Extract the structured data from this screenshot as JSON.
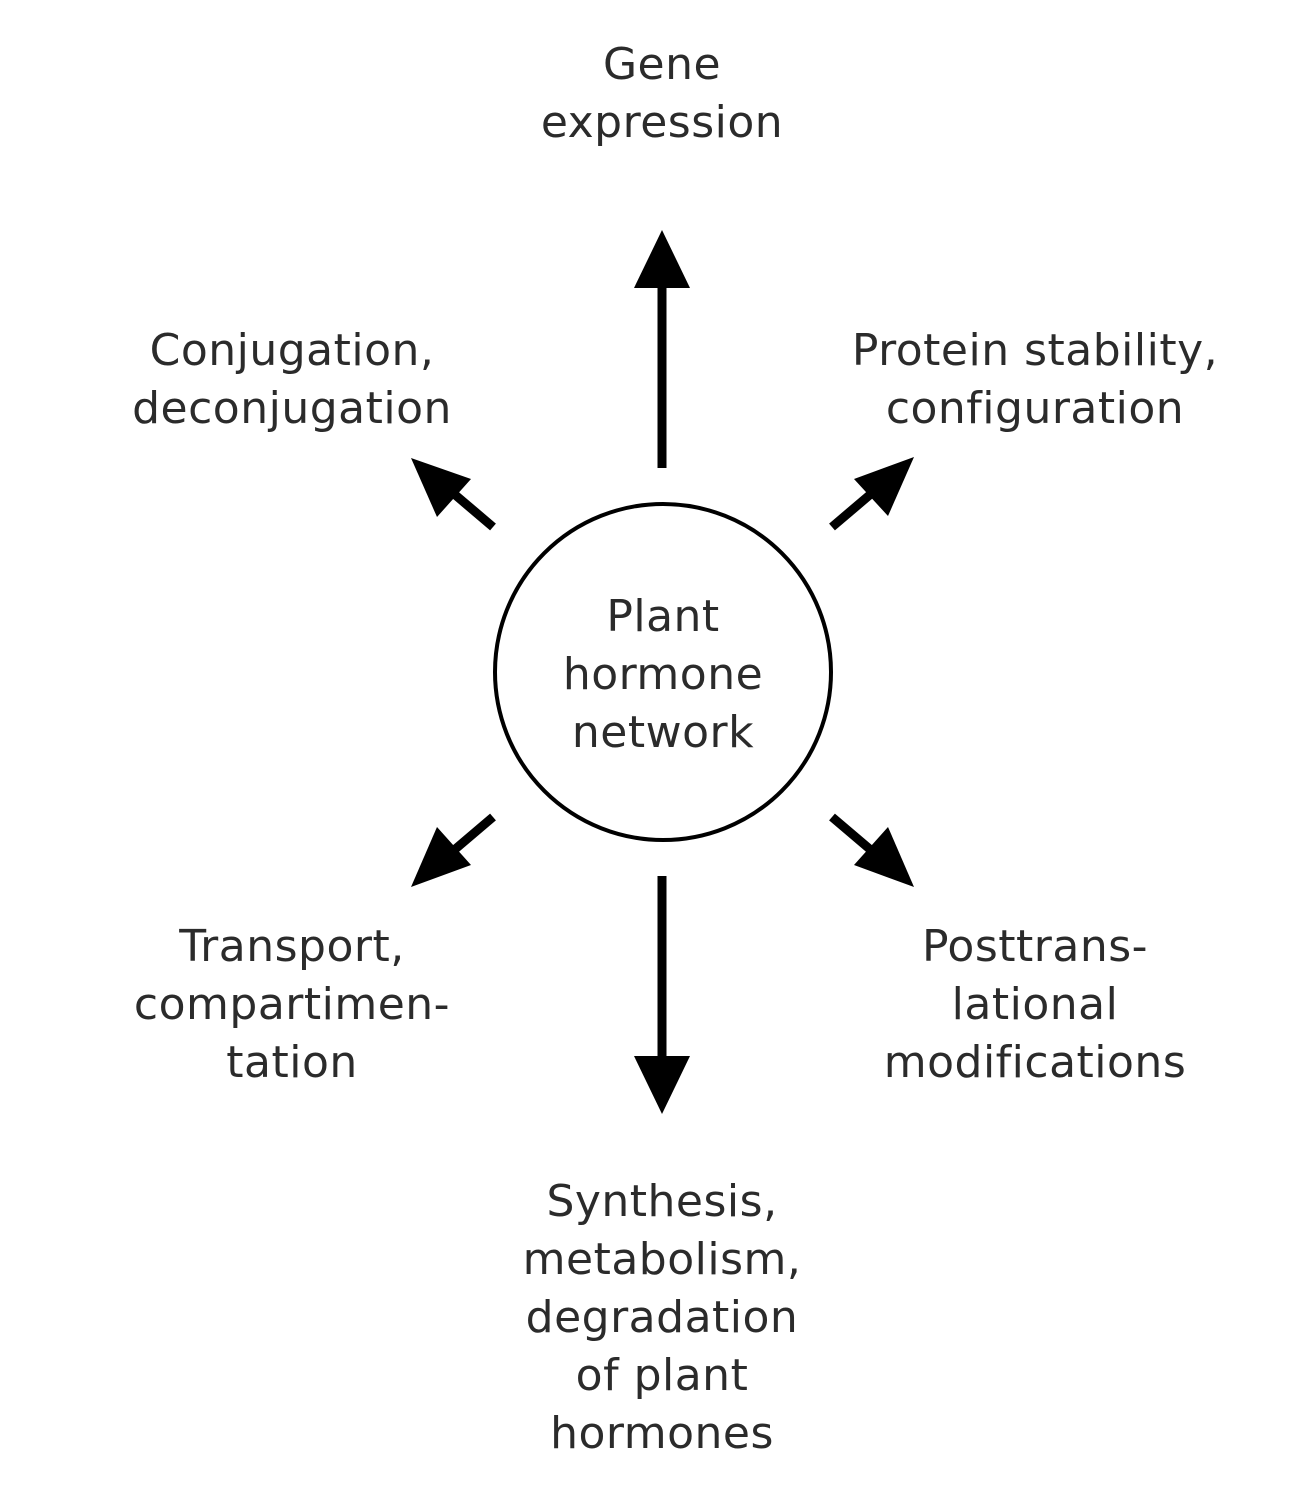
{
  "center": {
    "lines": [
      "Plant",
      "hormone",
      "network"
    ]
  },
  "nodes": {
    "top": {
      "lines": [
        "Gene",
        "expression"
      ]
    },
    "top_left": {
      "lines": [
        "Conjugation,",
        "deconjugation"
      ]
    },
    "top_right": {
      "lines": [
        "Protein stability,",
        "configuration"
      ]
    },
    "bottom_left": {
      "lines": [
        "Transport,",
        "compartimen-",
        "tation"
      ]
    },
    "bottom_right": {
      "lines": [
        "Posttrans-",
        "lational",
        "modifications"
      ]
    },
    "bottom": {
      "lines": [
        "Synthesis,",
        "metabolism,",
        "degradation",
        "of plant",
        "hormones"
      ]
    }
  },
  "colors": {
    "text": "#2b2b2b",
    "stroke": "#000000",
    "background": "#ffffff"
  }
}
